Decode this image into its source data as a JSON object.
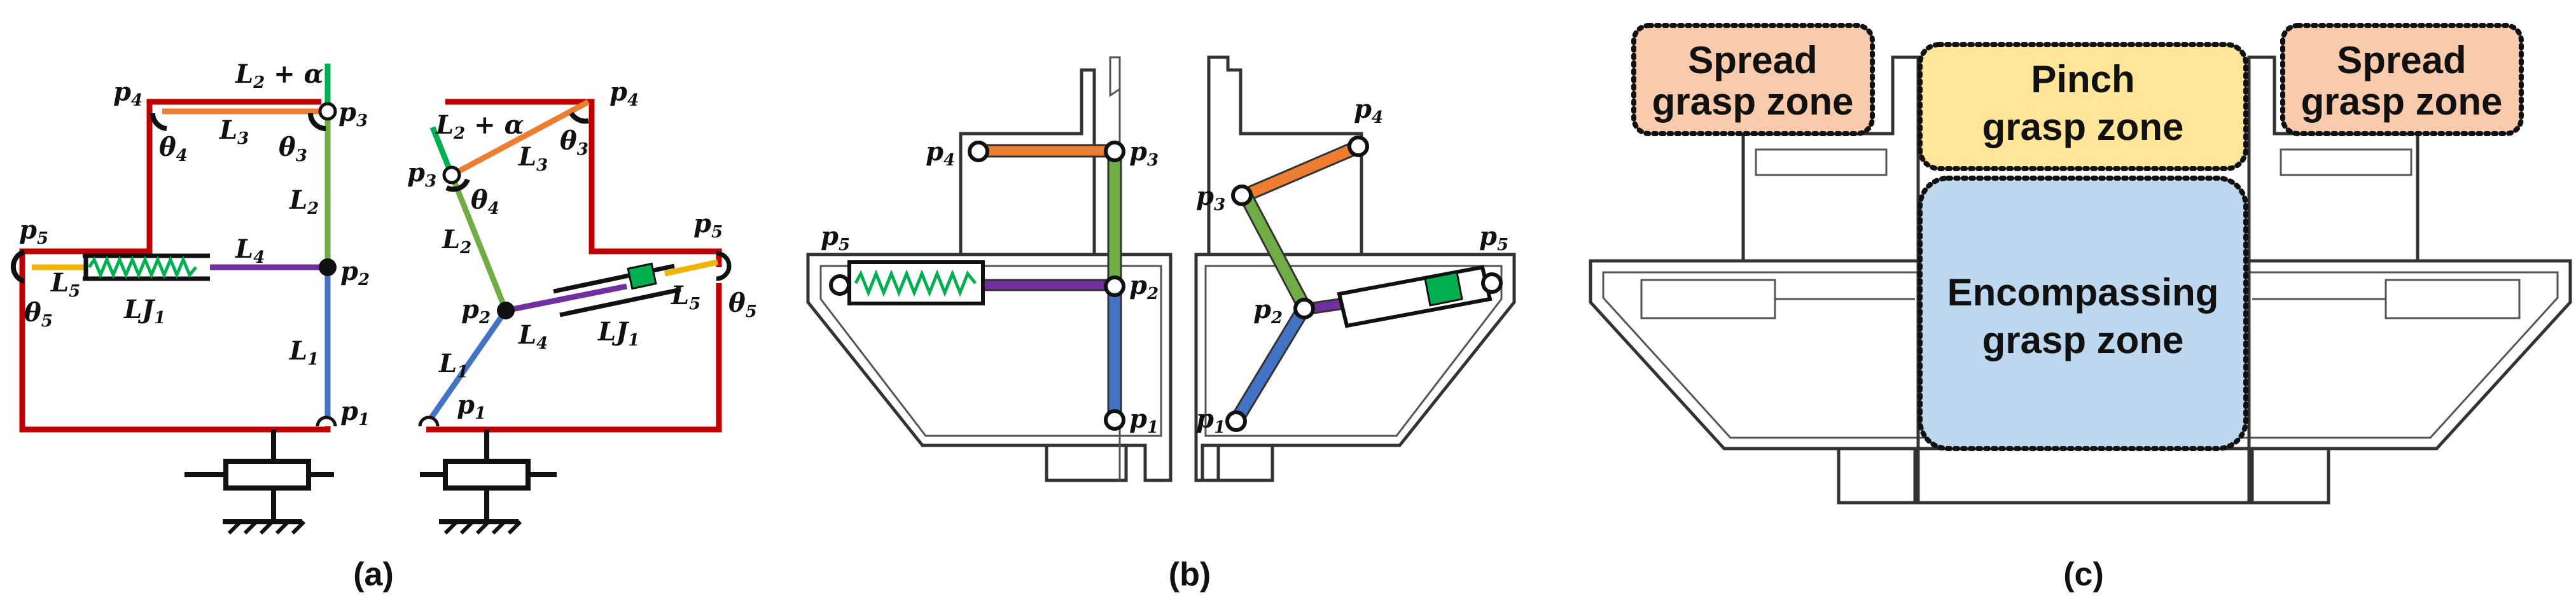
{
  "colors": {
    "frame": "#c00000",
    "link_L1": "#4472c4",
    "link_L2": "#70ad47",
    "link_L3": "#ed7d31",
    "link_L4": "#7030a0",
    "link_L5": "#f0b400",
    "spring": "#00b050",
    "spread_zone": "#f8cbad",
    "pinch_zone": "#ffe699",
    "encompass_zone": "#bdd7ee"
  },
  "panel_a": {
    "caption": "(a)",
    "left": {
      "p1": "p",
      "p1_sub": "1",
      "p2": "p",
      "p2_sub": "2",
      "p3": "p",
      "p3_sub": "3",
      "p4": "p",
      "p4_sub": "4",
      "p5": "p",
      "p5_sub": "5",
      "L1": "L",
      "L1_sub": "1",
      "L2": "L",
      "L2_sub": "2",
      "L3": "L",
      "L3_sub": "3",
      "L4": "L",
      "L4_sub": "4",
      "L5": "L",
      "L5_sub": "5",
      "LJ1": "LJ",
      "LJ1_sub": "1",
      "t3": "θ",
      "t3_sub": "3",
      "t4": "θ",
      "t4_sub": "4",
      "t5": "θ",
      "t5_sub": "5",
      "alpha_pre": "L",
      "alpha_sub": "2",
      "alpha_post": " + α"
    },
    "right": {
      "p1": "p",
      "p1_sub": "1",
      "p2": "p",
      "p2_sub": "2",
      "p3": "p",
      "p3_sub": "3",
      "p4": "p",
      "p4_sub": "4",
      "p5": "p",
      "p5_sub": "5",
      "L1": "L",
      "L1_sub": "1",
      "L2": "L",
      "L2_sub": "2",
      "L3": "L",
      "L3_sub": "3",
      "L4": "L",
      "L4_sub": "4",
      "L5": "L",
      "L5_sub": "5",
      "LJ1": "LJ",
      "LJ1_sub": "1",
      "t3": "θ",
      "t3_sub": "3",
      "t4": "θ",
      "t4_sub": "4",
      "t5": "θ",
      "t5_sub": "5",
      "alpha_pre": "L",
      "alpha_sub": "2",
      "alpha_post": " + α"
    }
  },
  "panel_b": {
    "caption": "(b)",
    "left": {
      "p1": "p",
      "p1_sub": "1",
      "p2": "p",
      "p2_sub": "2",
      "p3": "p",
      "p3_sub": "3",
      "p4": "p",
      "p4_sub": "4",
      "p5": "p",
      "p5_sub": "5"
    },
    "right": {
      "p1": "p",
      "p1_sub": "1",
      "p2": "p",
      "p2_sub": "2",
      "p3": "p",
      "p3_sub": "3",
      "p4": "p",
      "p4_sub": "4",
      "p5": "p",
      "p5_sub": "5"
    }
  },
  "panel_c": {
    "caption": "(c)",
    "zones": {
      "spread_left": {
        "line1": "Spread",
        "line2": "grasp zone"
      },
      "pinch": {
        "line1": "Pinch",
        "line2": "grasp zone"
      },
      "spread_right": {
        "line1": "Spread",
        "line2": "grasp zone"
      },
      "encompass": {
        "line1": "Encompassing",
        "line2": "grasp zone"
      }
    }
  }
}
